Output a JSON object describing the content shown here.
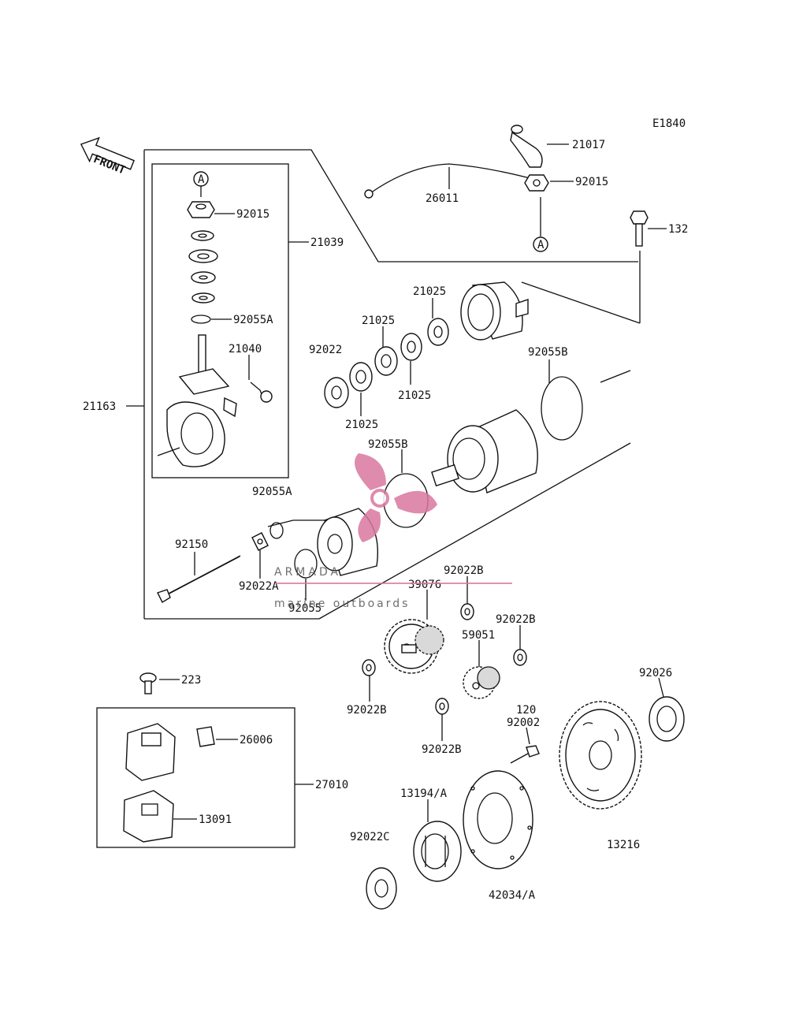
{
  "diagram": {
    "code": "E1840",
    "front_label": "FRONT",
    "callouts": {
      "c21017": "21017",
      "c92015_top": "92015",
      "c26011": "26011",
      "cA_top": "A",
      "c132": "132",
      "cA_left": "A",
      "c92015_left": "92015",
      "c21039": "21039",
      "c92055A_1": "92055A",
      "c21040": "21040",
      "c21163": "21163",
      "c92055A_2": "92055A",
      "c21025_a": "21025",
      "c21025_b": "21025",
      "c21025_c": "21025",
      "c21025_d": "21025",
      "c92022": "92022",
      "c92055B_1": "92055B",
      "c92055B_2": "92055B",
      "c92150": "92150",
      "c92022A": "92022A",
      "c92055": "92055",
      "c92022B_1": "92022B",
      "c39076": "39076",
      "c92022B_2": "92022B",
      "c59051": "59051",
      "c92022B_3": "92022B",
      "c92022B_4": "92022B",
      "c92026": "92026",
      "c120": "120",
      "c92002": "92002",
      "c223": "223",
      "c26006": "26006",
      "c27010": "27010",
      "c13091": "13091",
      "c13194A": "13194/A",
      "c92022C": "92022C",
      "c13216": "13216",
      "c42034A": "42034/A"
    }
  },
  "watermark": {
    "brand": "ARMADA",
    "tagline": "marine outboards",
    "accent_color": "#d9779f"
  }
}
